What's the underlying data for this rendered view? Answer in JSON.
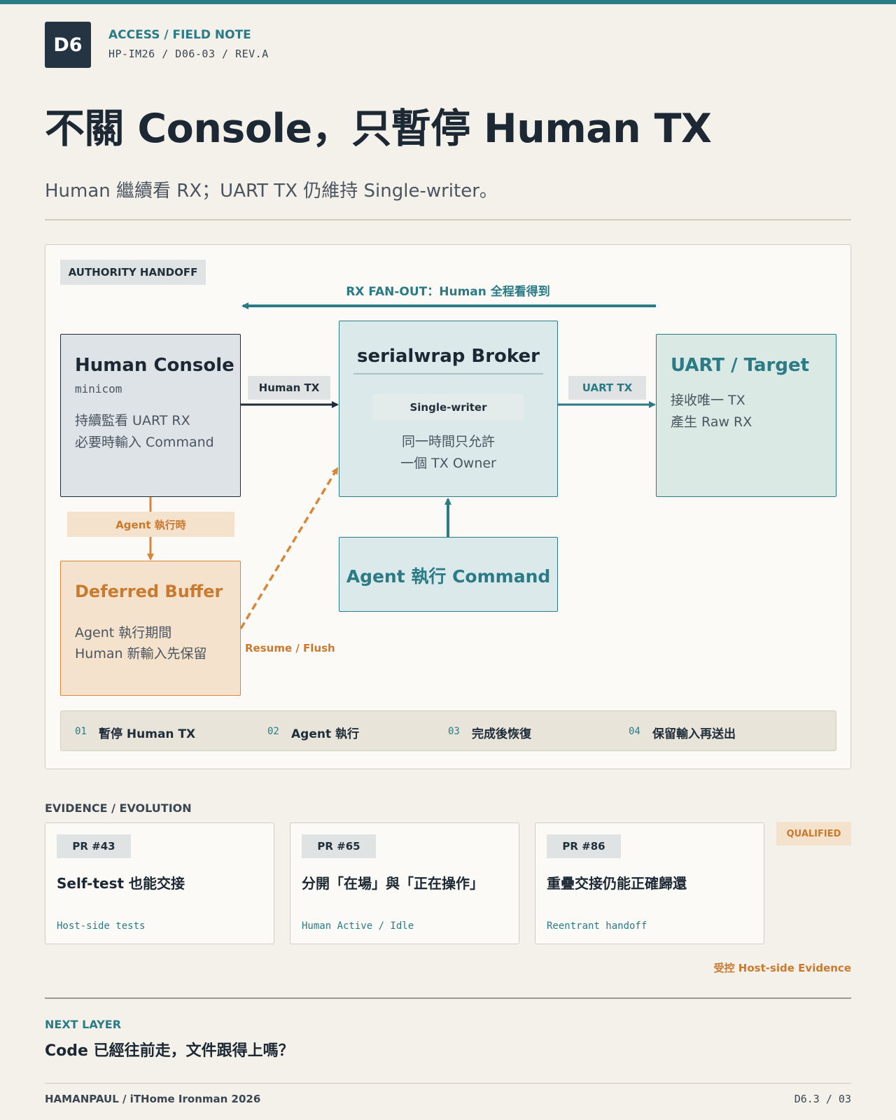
{
  "header": {
    "badge": "D6",
    "eyebrow": "ACCESS / FIELD NOTE",
    "doc_id": "HP-IM26 / D06-03 / REV.A",
    "title": "不關 Console，只暫停 Human TX",
    "subtitle": "Human 繼續看 RX；UART TX 仍維持 Single-writer。"
  },
  "diagram": {
    "tag": "AUTHORITY HANDOFF",
    "rx_fanout_label": "RX FAN-OUT：Human 全程看得到",
    "human_console": {
      "title": "Human Console",
      "subtitle": "minicom",
      "line1": "持續監看 UART RX",
      "line2": "必要時輸入 Command"
    },
    "broker": {
      "title": "serialwrap Broker",
      "chip": "Single-writer",
      "line1": "同一時間只允許",
      "line2": "一個 TX Owner"
    },
    "uart": {
      "title": "UART / Target",
      "line1": "接收唯一 TX",
      "line2": "產生 Raw RX"
    },
    "agent": {
      "title": "Agent 執行 Command"
    },
    "deferred": {
      "title": "Deferred Buffer",
      "line1": "Agent 執行期間",
      "line2": "Human 新輸入先保留"
    },
    "edges": {
      "human_tx": "Human TX",
      "uart_tx": "UART TX",
      "agent_running": "Agent 執行時",
      "resume_flush": "Resume / Flush"
    },
    "steps": [
      {
        "num": "01",
        "label": "暫停 Human TX"
      },
      {
        "num": "02",
        "label": "Agent 執行"
      },
      {
        "num": "03",
        "label": "完成後恢復"
      },
      {
        "num": "04",
        "label": "保留輸入再送出"
      }
    ]
  },
  "evidence": {
    "label": "EVIDENCE / EVOLUTION",
    "cards": [
      {
        "pr": "PR #43",
        "title": "Self-test 也能交接",
        "sub": "Host-side tests"
      },
      {
        "pr": "PR #65",
        "title": "分開「在場」與「正在操作」",
        "sub": "Human Active / Idle"
      },
      {
        "pr": "PR #86",
        "title": "重疊交接仍能正確歸還",
        "sub": "Reentrant handoff"
      }
    ],
    "qualified": "QUALIFIED",
    "note": "受控 Host-side Evidence"
  },
  "next": {
    "label": "NEXT LAYER",
    "title": "Code 已經往前走，文件跟得上嗎？"
  },
  "footer": {
    "left": "HAMANPAUL / iTHome Ironman 2026",
    "right": "D6.3 / 03"
  },
  "colors": {
    "accent": "#2a7b86",
    "dark": "#243443",
    "orange": "#d9863a",
    "background": "#f4f1ea"
  }
}
